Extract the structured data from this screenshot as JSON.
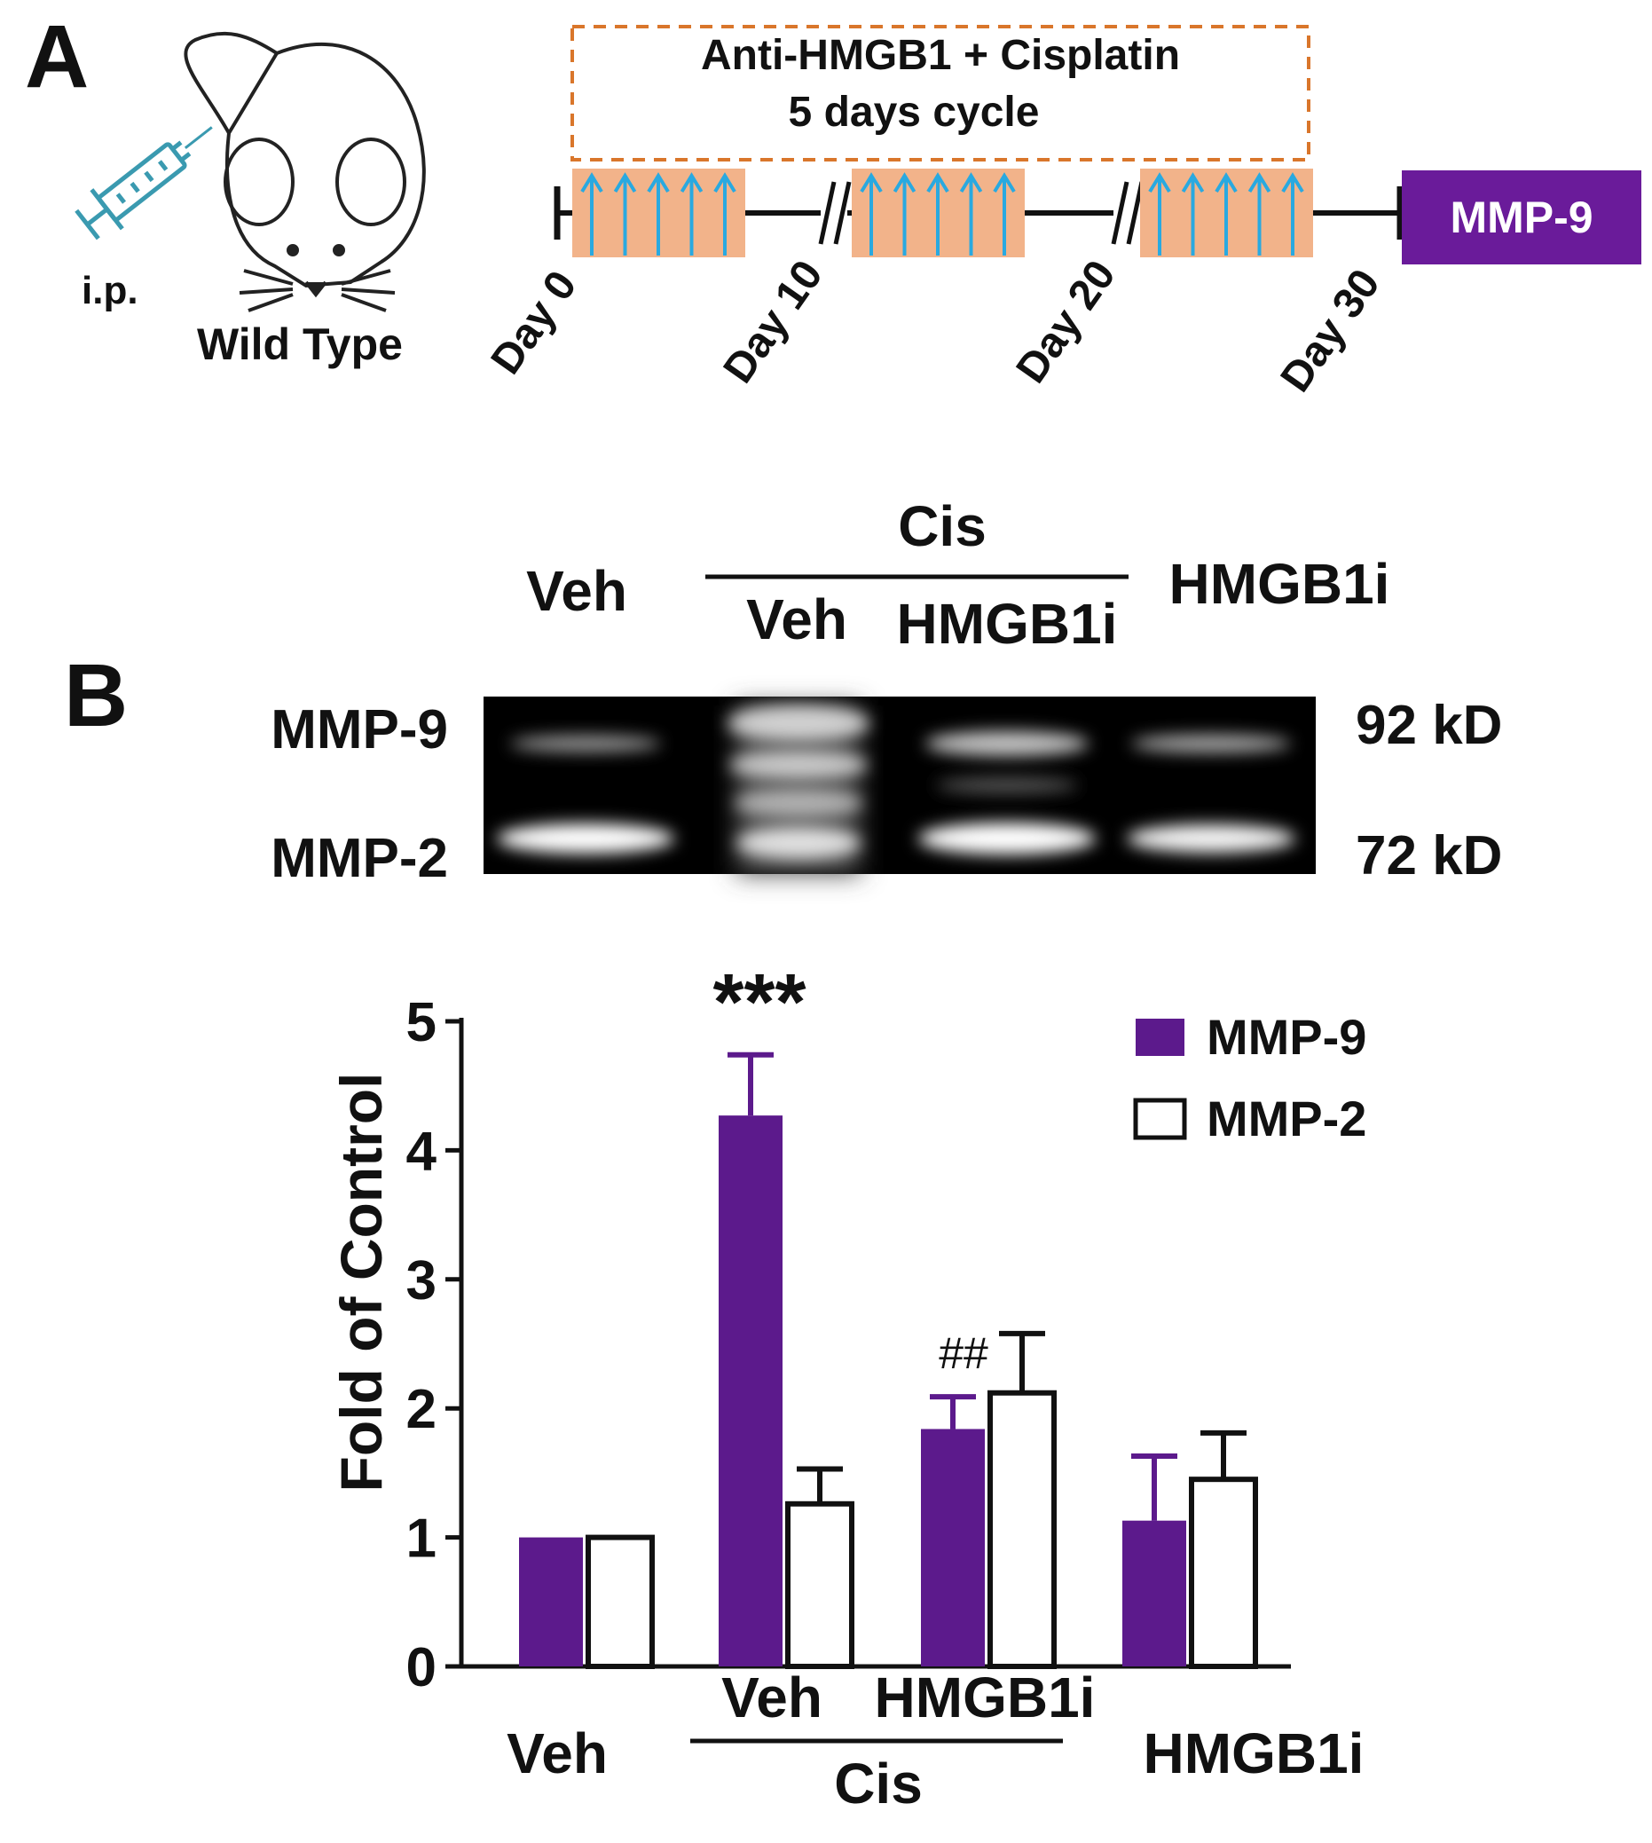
{
  "panel_a": {
    "label": "A",
    "route_label": "i.p.",
    "mouse_label": "Wild Type",
    "treatment_line1": "Anti-HMGB1 + Cisplatin",
    "treatment_line2": "5 days cycle",
    "endpoint_label": "MMP-9",
    "days": [
      "Day 0",
      "Day 10",
      "Day 20",
      "Day 30"
    ],
    "colors": {
      "dose_box": "#f2b38a",
      "dose_arrow": "#29a9e0",
      "dashed_box": "#d9762b",
      "endpoint": "#6a1b9a",
      "syringe": "#3a9ab0"
    }
  },
  "panel_b": {
    "label": "B",
    "gel": {
      "header_cis": "Cis",
      "header_veh": "Veh",
      "header_hmgb1i": "HMGB1i",
      "sub_veh": "Veh",
      "sub_hmgb1i": "HMGB1i",
      "band_mmp9": "MMP-9",
      "band_mmp2": "MMP-2",
      "size_mmp9": "92 kD",
      "size_mmp2": "72 kD"
    },
    "significance": {
      "stars": "***",
      "hash": "##"
    },
    "x_labels": {
      "veh": "Veh",
      "cis_veh": "Veh",
      "cis_hmgb1i": "HMGB1i",
      "cis": "Cis",
      "hmgb1i": "HMGB1i"
    }
  },
  "chart_data": {
    "type": "bar",
    "categories": [
      "Veh",
      "Cis + Veh",
      "Cis + HMGB1i",
      "HMGB1i"
    ],
    "series": [
      {
        "name": "MMP-9",
        "values": [
          1.0,
          4.27,
          1.84,
          1.13
        ],
        "errors": [
          0,
          0.47,
          0.25,
          0.5
        ],
        "color": "#5c1a8c"
      },
      {
        "name": "MMP-2",
        "values": [
          1.0,
          1.26,
          2.12,
          1.45
        ],
        "errors": [
          0,
          0.27,
          0.46,
          0.36
        ],
        "color": "#ffffff"
      }
    ],
    "ylabel": "Fold of Control",
    "ylim": [
      0,
      5
    ],
    "yticks": [
      "0",
      "1",
      "2",
      "3",
      "4",
      "5"
    ],
    "legend_position": "top-right",
    "grid": false
  }
}
